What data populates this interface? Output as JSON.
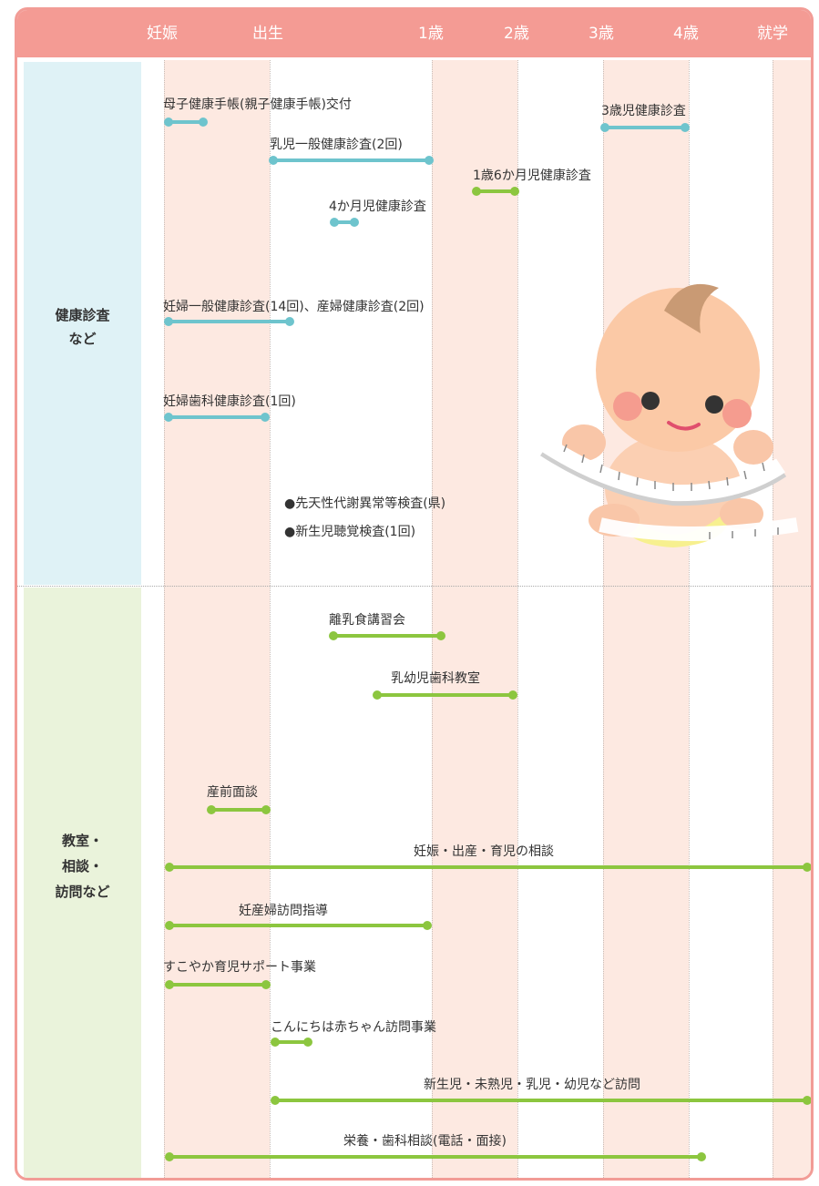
{
  "header": {
    "pregnancy": "妊娠",
    "birth": "出生",
    "age1": "1歳",
    "age2": "2歳",
    "age3": "3歳",
    "age4": "4歳",
    "school": "就学"
  },
  "sections": {
    "checkups_line1": "健康診査",
    "checkups_line2": "など",
    "classes_line1": "教室・",
    "classes_line2": "相談・",
    "classes_line3": "訪問など"
  },
  "checkups": {
    "maternal_handbook": "母子健康手帳(親子健康手帳)交付",
    "three_year": "3歳児健康診査",
    "infant_general": "乳児一般健康診査(2回)",
    "eighteen_month": "1歳6か月児健康診査",
    "four_month": "4か月児健康診査",
    "pregnant_general": "妊婦一般健康診査(14回)、産婦健康診査(2回)",
    "pregnant_dental": "妊婦歯科健康診査(1回)",
    "metabolic_test": "●先天性代謝異常等検査(県)",
    "hearing_test": "●新生児聴覚検査(1回)"
  },
  "services": {
    "weaning_class": "離乳食講習会",
    "dental_class": "乳幼児歯科教室",
    "prenatal_interview": "産前面談",
    "consultation": "妊娠・出産・育児の相談",
    "maternal_visit": "妊産婦訪問指導",
    "sukoyaka": "すこやか育児サポート事業",
    "konnichiwa": "こんにちは赤ちゃん訪問事業",
    "newborn_visit": "新生児・未熟児・乳児・幼児など訪問",
    "nutrition": "栄養・歯科相談(電話・面接)"
  },
  "colors": {
    "header": "#f49b94",
    "stripe": "#fde9e1",
    "checkup_bar": "#6ec4cd",
    "service_bar": "#8cc63f",
    "checkup_side": "#dff2f6",
    "service_side": "#eaf3db"
  }
}
